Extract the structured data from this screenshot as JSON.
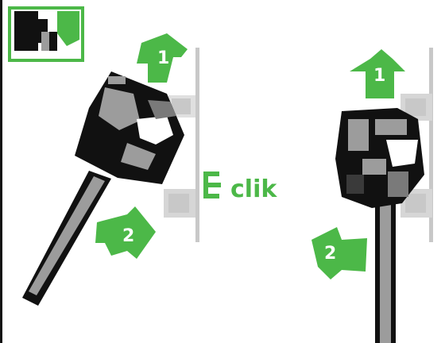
{
  "steps": [
    {
      "number": "1",
      "label": "1"
    },
    {
      "number": "2",
      "label": "2"
    }
  ],
  "step_left_top": "1",
  "step_left_bottom": "2",
  "step_right_top": "1",
  "step_right_bottom": "2",
  "click_label": "clik",
  "colors": {
    "accent_green": "#4cb848",
    "tool_black": "#111111",
    "tool_grey": "#9c9c9c",
    "rail_grey": "#c8c8c8"
  },
  "icons": {
    "inset": "tool-on-rail-icon",
    "click_sound": "click-sound-icon"
  }
}
